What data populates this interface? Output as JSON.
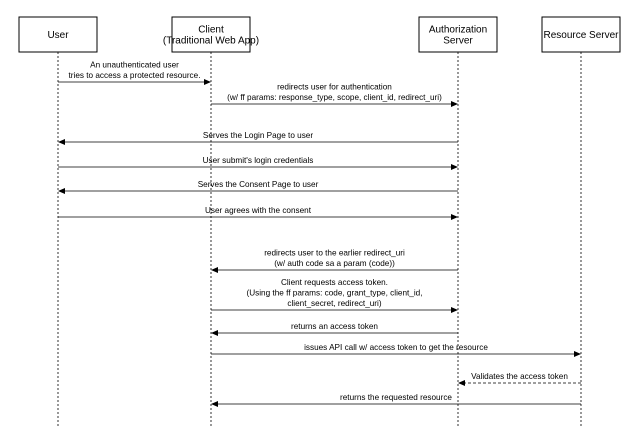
{
  "actors": [
    {
      "id": "user",
      "lines": [
        "User"
      ]
    },
    {
      "id": "client",
      "lines": [
        "Client",
        "(Traditional Web App)"
      ]
    },
    {
      "id": "auth",
      "lines": [
        "Authorization",
        "Server"
      ]
    },
    {
      "id": "resource",
      "lines": [
        "Resource Server"
      ]
    }
  ],
  "messages": [
    {
      "from": "user",
      "to": "client",
      "style": "solid",
      "lines": [
        "An unauthenticated user",
        "tries to access a protected resource."
      ]
    },
    {
      "from": "client",
      "to": "auth",
      "style": "solid",
      "lines": [
        "redirects user for authentication",
        "(w/ ff params: response_type, scope, client_id, redirect_uri)"
      ]
    },
    {
      "from": "auth",
      "to": "user",
      "style": "solid",
      "lines": [
        "Serves the Login Page to user"
      ]
    },
    {
      "from": "user",
      "to": "auth",
      "style": "solid",
      "lines": [
        "User submit's login credentials"
      ]
    },
    {
      "from": "auth",
      "to": "user",
      "style": "solid",
      "lines": [
        "Serves the Consent Page to user"
      ]
    },
    {
      "from": "user",
      "to": "auth",
      "style": "solid",
      "lines": [
        "User agrees with the consent"
      ]
    },
    {
      "from": "auth",
      "to": "client",
      "style": "solid",
      "lines": [
        "redirects user to the earlier redirect_uri",
        "(w/ auth code sa a param (code))"
      ]
    },
    {
      "from": "client",
      "to": "auth",
      "style": "solid",
      "lines": [
        "Client requests access token.",
        "(Using the ff params:  code,  grant_type, client_id,",
        "client_secret, redirect_uri)"
      ]
    },
    {
      "from": "auth",
      "to": "client",
      "style": "solid",
      "lines": [
        "returns an access token"
      ]
    },
    {
      "from": "client",
      "to": "resource",
      "style": "solid",
      "lines": [
        "issues API call w/ access token to get the resource"
      ]
    },
    {
      "from": "resource",
      "to": "auth",
      "style": "dashed",
      "lines": [
        "Validates the access token"
      ]
    },
    {
      "from": "resource",
      "to": "client",
      "style": "solid",
      "lines": [
        "returns the requested resource"
      ]
    }
  ]
}
